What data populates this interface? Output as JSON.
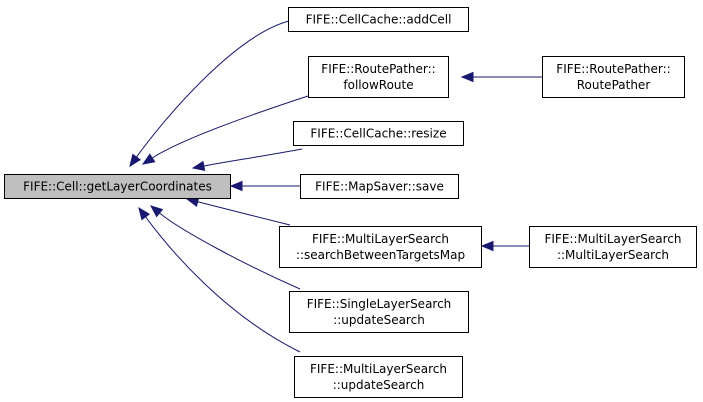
{
  "graph": {
    "colors": {
      "edge": "#191970",
      "focus_fill": "#bfbfbf",
      "node_fill": "#ffffff",
      "node_border": "#000000"
    },
    "nodes": [
      {
        "id": "getLayerCoordinates",
        "lines": [
          "FIFE::Cell::getLayerCoordinates"
        ],
        "focus": true
      },
      {
        "id": "addCell",
        "lines": [
          "FIFE::CellCache::addCell"
        ]
      },
      {
        "id": "followRoute",
        "lines": [
          "FIFE::RoutePather::",
          "followRoute"
        ]
      },
      {
        "id": "routePatherCtor",
        "lines": [
          "FIFE::RoutePather::",
          "RoutePather"
        ]
      },
      {
        "id": "resize",
        "lines": [
          "FIFE::CellCache::resize"
        ]
      },
      {
        "id": "mapSaverSave",
        "lines": [
          "FIFE::MapSaver::save"
        ]
      },
      {
        "id": "searchBetweenTargetsMap",
        "lines": [
          "FIFE::MultiLayerSearch",
          "::searchBetweenTargetsMap"
        ]
      },
      {
        "id": "multiLayerSearchCtor",
        "lines": [
          "FIFE::MultiLayerSearch",
          "::MultiLayerSearch"
        ]
      },
      {
        "id": "singleUpdateSearch",
        "lines": [
          "FIFE::SingleLayerSearch",
          "::updateSearch"
        ]
      },
      {
        "id": "multiUpdateSearch",
        "lines": [
          "FIFE::MultiLayerSearch",
          "::updateSearch"
        ]
      }
    ],
    "edges": [
      {
        "from": "addCell",
        "to": "getLayerCoordinates"
      },
      {
        "from": "followRoute",
        "to": "getLayerCoordinates"
      },
      {
        "from": "routePatherCtor",
        "to": "followRoute"
      },
      {
        "from": "resize",
        "to": "getLayerCoordinates"
      },
      {
        "from": "mapSaverSave",
        "to": "getLayerCoordinates"
      },
      {
        "from": "searchBetweenTargetsMap",
        "to": "getLayerCoordinates"
      },
      {
        "from": "multiLayerSearchCtor",
        "to": "searchBetweenTargetsMap"
      },
      {
        "from": "singleUpdateSearch",
        "to": "getLayerCoordinates"
      },
      {
        "from": "multiUpdateSearch",
        "to": "getLayerCoordinates"
      }
    ]
  }
}
